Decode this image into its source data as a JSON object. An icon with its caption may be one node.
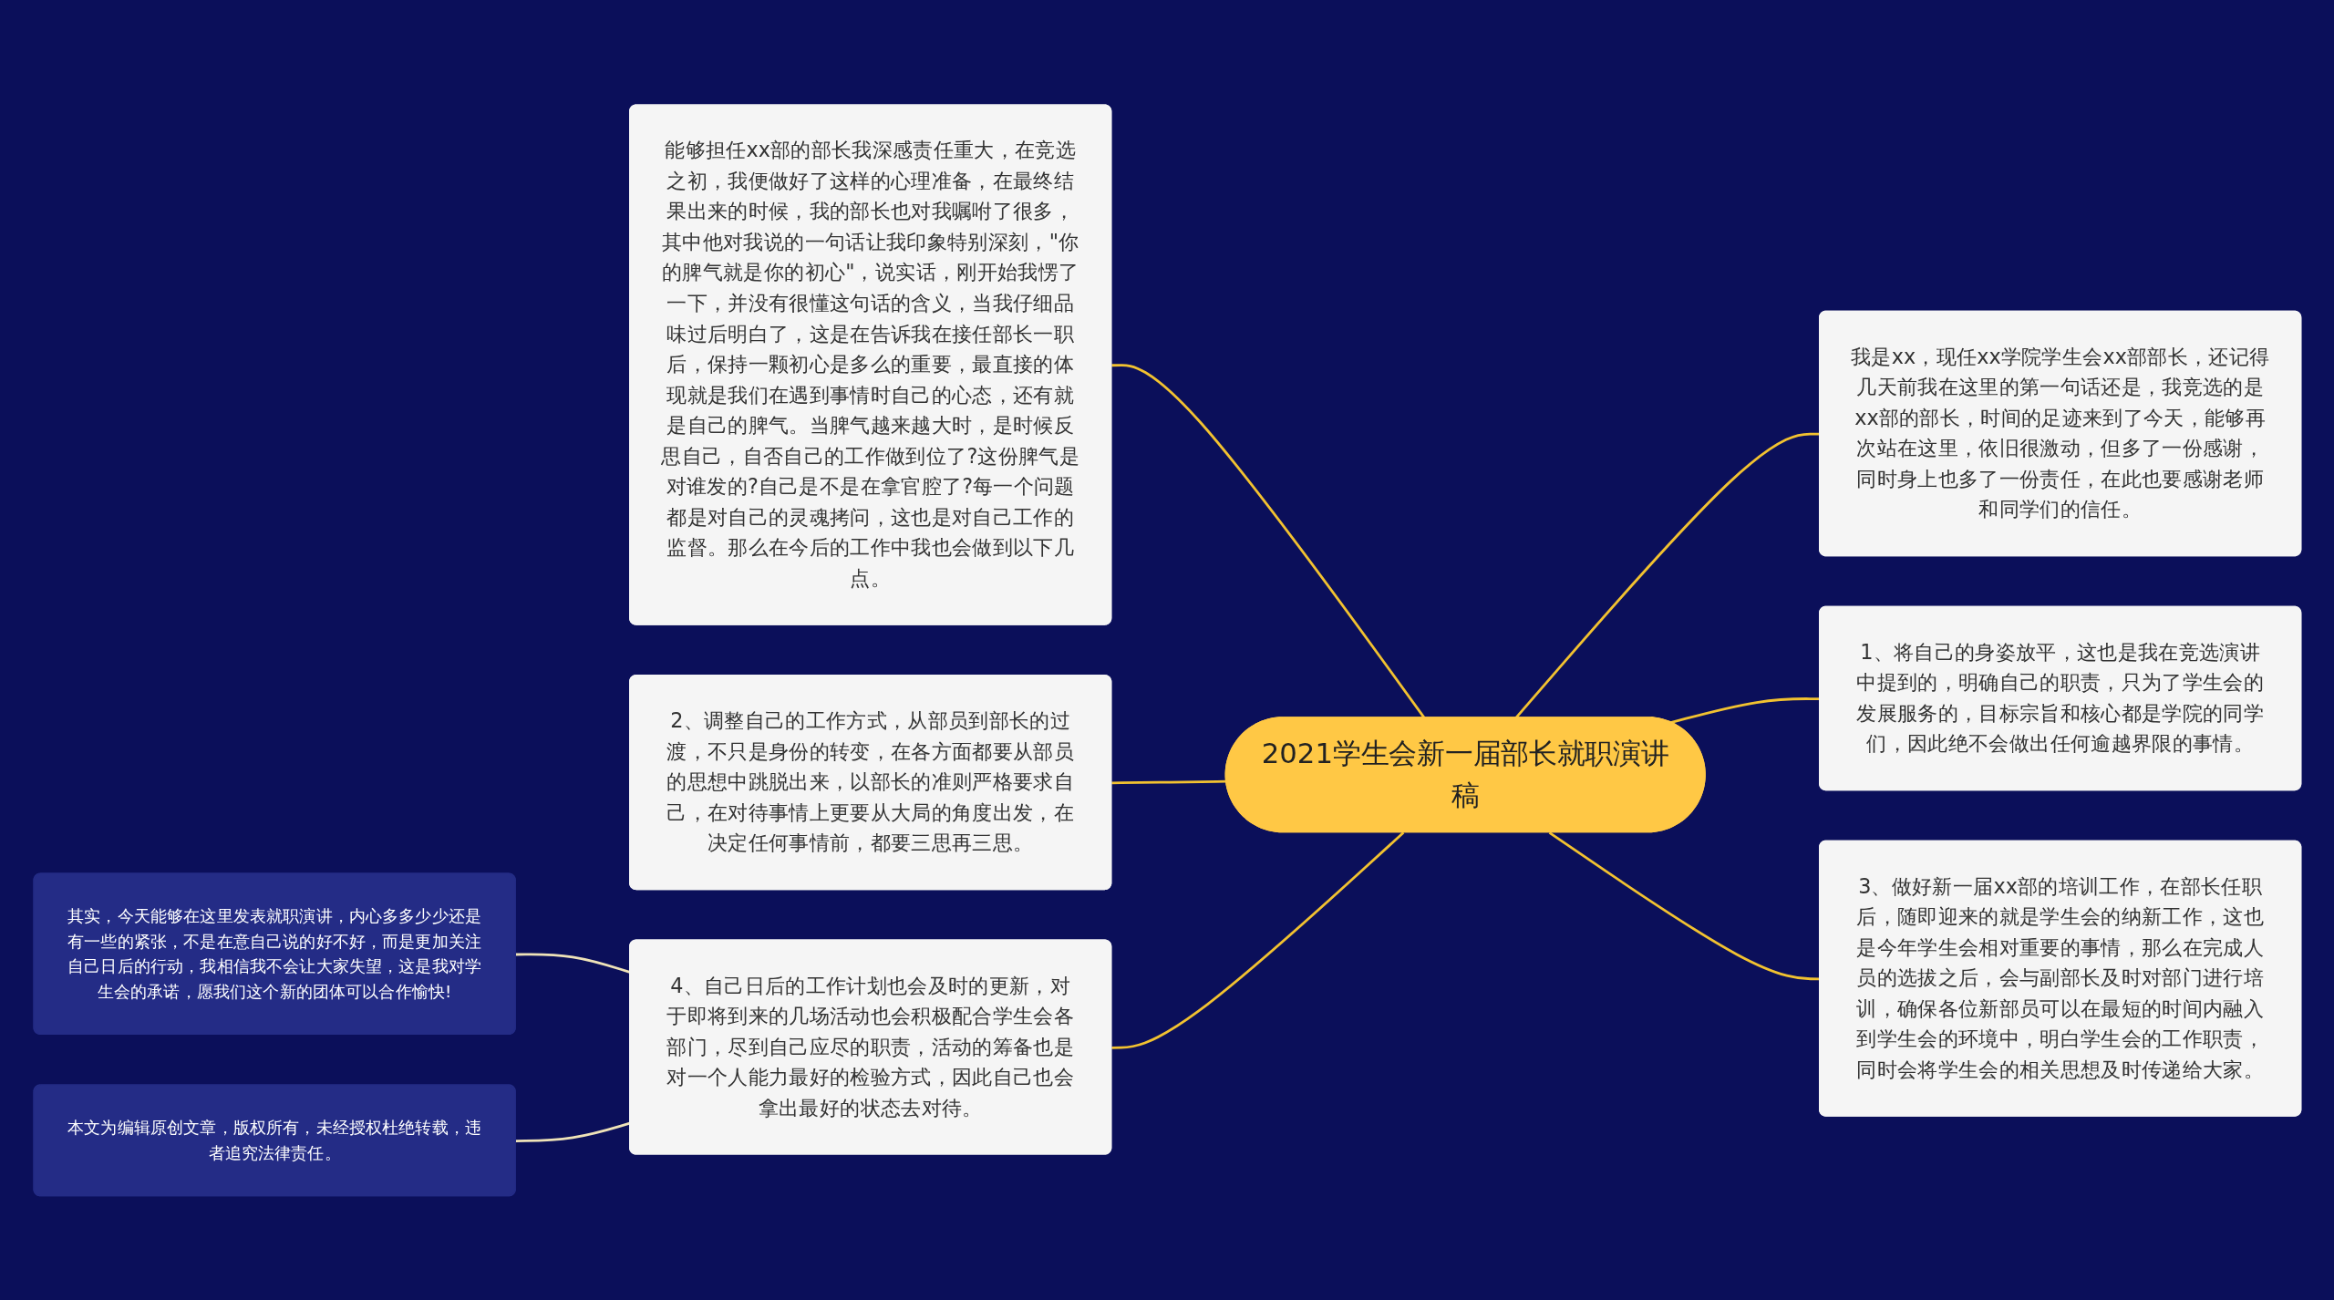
{
  "diagram": {
    "nodes": [
      {
        "text": [
          "2021学生会新一届部长就职演讲稿"
        ]
      },
      {
        "text": [
          "能够担任xx部的部长我深感责任重大，在竞选之初，我便做好了这样的心理准备，在最终结果出来的时候，我的部长也对我嘱咐了很多，其中他对我说的一句话让我印象特别深刻，\"你的脾气就是你的初心\"，说实话，刚开始我愣了一下，并没有很懂这句话的含义，当我仔细品味过后明白了，这是在告诉我在接任部长一职后，保持一颗初心是多么的重要，最直接的体现就是我们在遇到事情时自己的心态，还有就是自己的脾气。当脾气越来越大时，是时候反思自己，自否自己的工作做到位了?这份脾气是对谁发的?自己是不是在拿官腔了?每一个问题都是对自己的灵魂拷问，这也是对自己工作的监督。那么在今后的工作中我也会做到以下几点。"
        ]
      },
      {
        "text": [
          "2、调整自己的工作方式，从部员到部长的过渡，不只是身份的转变，在各方面都要从部员的思想中跳脱出来，以部长的准则严格要求自己，在对待事情上更要从大局的角度出发，在决定任何事情前，都要三思再三思。"
        ]
      },
      {
        "text": [
          "4、自己日后的工作计划也会及时的更新，对于即将到来的几场活动也会积极配合学生会各部门，尽到自己应尽的职责，活动的筹备也是对一个人能力最好的检验方式，因此自己也会拿出最好的状态去对待。"
        ]
      },
      {
        "text": [
          "其实，今天能够在这里发表就职演讲，内心多多少少还是有一些的紧张，不是在意自己说的好不好，而是更加关注自己日后的行动，我相信我不会让大家失望，这是我对学生会的承诺，愿我们这个新的团体可以合作愉快!"
        ]
      },
      {
        "text": [
          "本文为编辑原创文章，版权所有，未经授权杜绝转载，违者追究法律责任。"
        ]
      },
      {
        "text": [
          "我是xx，现任xx学院学生会xx部部长，还记得几天前我在这里的第一句话还是，我竞选的是xx部的部长，时间的足迹来到了今天，能够再次站在这里，依旧很激动，但多了一份感谢，同时身上也多了一份责任，在此也要感谢老师和同学们的信任。"
        ]
      },
      {
        "text": [
          "1、将自己的身姿放平，这也是我在竞选演讲中提到的，明确自己的职责，只为了学生会的发展服务的，目标宗旨和核心都是学院的同学们，因此绝不会做出任何逾越界限的事情。"
        ]
      },
      {
        "text": [
          "3、做好新一届xx部的培训工作，在部长任职后，随即迎来的就是学生会的纳新工作，这也是今年学生会相对重要的事情，那么在完成人员的选拔之后，会与副部长及时对部门进行培训，确保各位新部员可以在最短的时间内融入到学生会的环境中，明白学生会的工作职责，同时会将学生会的相关思想及时传递给大家。"
        ]
      }
    ],
    "edges": [
      {
        "from": 1,
        "to": 0,
        "arrow": "none"
      },
      {
        "from": 2,
        "to": 0,
        "arrow": "none"
      },
      {
        "from": 3,
        "to": 0,
        "arrow": "none"
      },
      {
        "from": 4,
        "to": 3,
        "arrow": "none",
        "color": "#efe3b8"
      },
      {
        "from": 5,
        "to": 3,
        "arrow": "none",
        "color": "#efe3b8"
      },
      {
        "from": 0,
        "to": 6,
        "arrow": "none"
      },
      {
        "from": 0,
        "to": 7,
        "arrow": "none"
      },
      {
        "from": 0,
        "to": 8,
        "arrow": "none"
      }
    ]
  }
}
